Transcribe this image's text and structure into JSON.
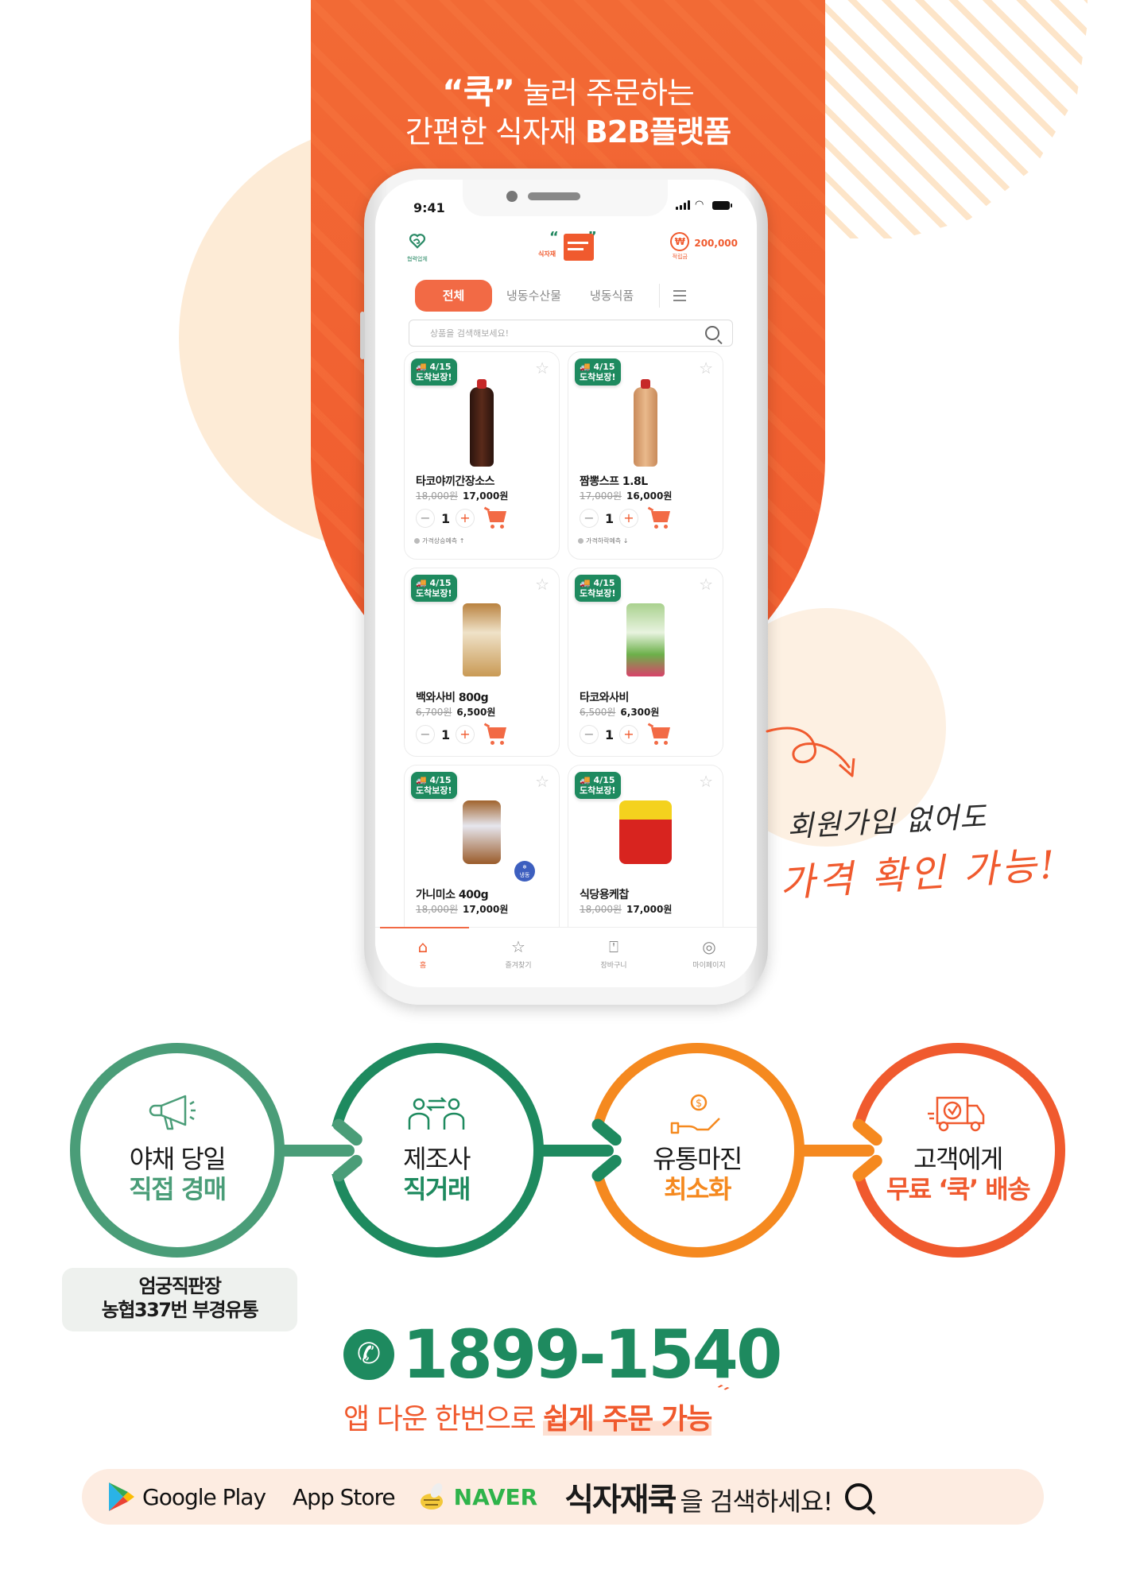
{
  "headline": {
    "quote_word": "“쿡”",
    "line1_rest": " 눌러 주문하는",
    "line2_plain": "간편한 식자재 ",
    "line2_bold": "B2B플랫폼"
  },
  "phone": {
    "status_time": "9:41",
    "header": {
      "partner_label": "협력업체",
      "logo_text": "식자재",
      "points_label": "적립금",
      "points_amount": "200,000",
      "points_symbol": "₩"
    },
    "tabs": [
      {
        "label": "전체",
        "active": true
      },
      {
        "label": "냉동수산물",
        "active": false
      },
      {
        "label": "냉동식품",
        "active": false
      }
    ],
    "search": {
      "placeholder": "상품을 검색해보세요!"
    },
    "badge": {
      "line1": "4/15",
      "line2": "도착보장!"
    },
    "products": [
      {
        "name": "타코야끼간장소스",
        "old_price": "18,000원",
        "price": "17,000원",
        "qty": "1",
        "trend": "가격상승예측 ↑"
      },
      {
        "name": "짬뽕스프 1.8L",
        "old_price": "17,000원",
        "price": "16,000원",
        "qty": "1",
        "trend": "가격하락예측 ↓"
      },
      {
        "name": "백와사비 800g",
        "old_price": "6,700원",
        "price": "6,500원",
        "qty": "1"
      },
      {
        "name": "타코와사비",
        "old_price": "6,500원",
        "price": "6,300원",
        "qty": "1"
      },
      {
        "name": "가니미소 400g",
        "old_price": "18,000원",
        "price": "17,000원",
        "frozen_label": "냉동"
      },
      {
        "name": "식당용케찹",
        "old_price": "18,000원",
        "price": "17,000원"
      }
    ],
    "bottom_nav": [
      {
        "label": "홈",
        "icon": "home-icon",
        "active": true
      },
      {
        "label": "즐겨찾기",
        "icon": "star-icon",
        "active": false
      },
      {
        "label": "장바구니",
        "icon": "shopping-bag-icon",
        "active": false
      },
      {
        "label": "마이페이지",
        "icon": "user-icon",
        "active": false
      }
    ]
  },
  "note": {
    "line1": "회원가입 없어도",
    "line2": "가격 확인 가능!"
  },
  "process": [
    {
      "line1": "야채 당일",
      "line2": "직접 경매",
      "icon": "megaphone-icon",
      "color": "#4a9d78"
    },
    {
      "line1": "제조사",
      "line2": "직거래",
      "icon": "exchange-people-icon",
      "color": "#1e8a5f"
    },
    {
      "line1": "유통마진",
      "line2": "최소화",
      "icon": "money-hand-icon",
      "color": "#f5891f"
    },
    {
      "line1": "고객에게",
      "line2": "무료 ‘쿡’ 배송",
      "icon": "delivery-truck-icon",
      "color": "#f05a2e"
    }
  ],
  "market_tag": {
    "line1": "엄궁직판장",
    "line2": "농협337번 부경유통"
  },
  "contact": {
    "phone": "1899-1540"
  },
  "tagline": {
    "plain": "앱 다운 한번으로 ",
    "bold": "쉽게 주문 가능"
  },
  "stores": {
    "google_play": "Google Play",
    "app_store": "App Store",
    "naver": "NAVER",
    "search_keyword": "식자재쿡",
    "search_suffix": "을 검색하세요!"
  },
  "colors": {
    "brand_orange": "#f05a2e",
    "brand_green": "#1e8a5f",
    "accent_amber": "#f5891f",
    "light_peach": "#fdebd6"
  }
}
